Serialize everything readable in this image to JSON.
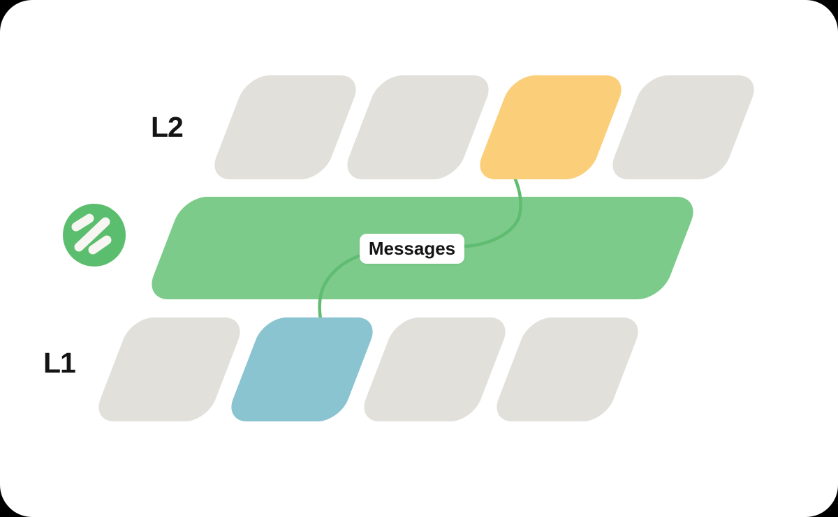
{
  "page": {
    "title": "Layer messaging diagram"
  },
  "colors": {
    "page_background": "#000000",
    "card_background": "#ffffff",
    "green_bar": "#7ccb8a",
    "logo_green": "#5bbe6e",
    "connector_green": "#5fbc71",
    "yellow": "#fbcf79",
    "blue": "#8ac4d0",
    "gray": "#e1e0db",
    "text": "#141414",
    "label_background": "#ffffff"
  },
  "labels": {
    "layer2": "L2",
    "layer1": "L1",
    "message_bar": "Messages"
  },
  "logo": {
    "name": "percent-logo"
  },
  "diagram": {
    "rows": [
      {
        "id": "l2",
        "label": "L2",
        "segments": [
          "gray",
          "gray",
          "yellow",
          "gray"
        ]
      },
      {
        "id": "l1",
        "label": "L1",
        "segments": [
          "gray",
          "blue",
          "gray",
          "gray"
        ]
      }
    ],
    "bar": {
      "id": "messages-bar",
      "label": "Messages"
    },
    "connectors": [
      {
        "from": "l2-segment-3",
        "to": "messages-label"
      },
      {
        "from": "messages-label",
        "to": "l1-segment-2"
      }
    ]
  }
}
